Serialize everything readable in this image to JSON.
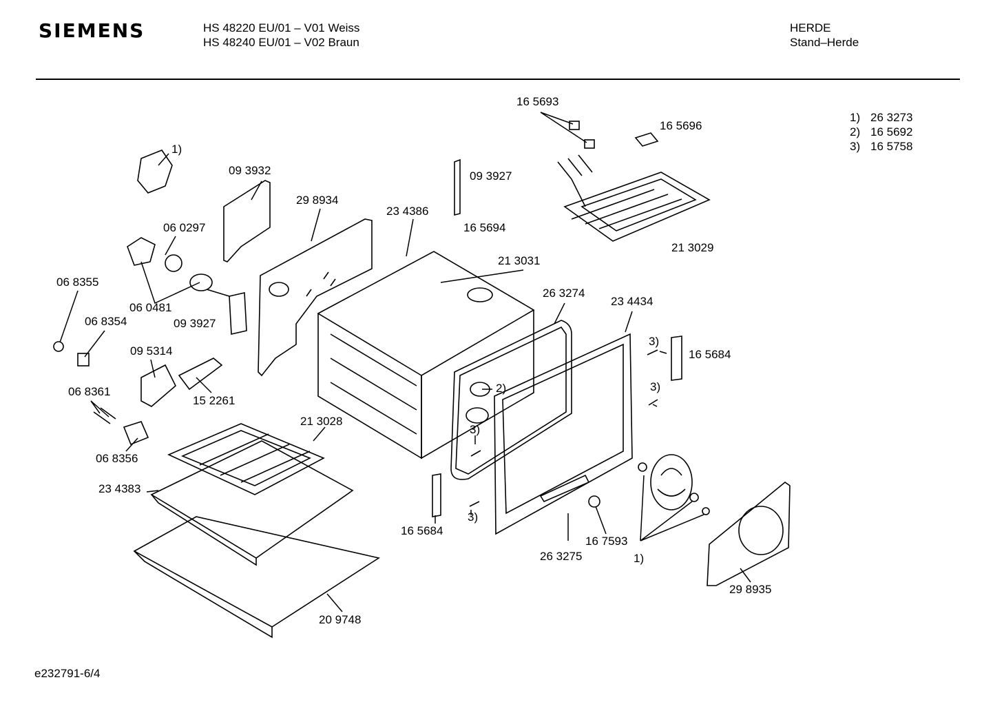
{
  "header": {
    "brand": "SIEMENS",
    "model_line_1": "HS 48220 EU/01 – V01 Weiss",
    "model_line_2": "HS 48240 EU/01 – V02 Braun",
    "category_1": "HERDE",
    "category_2": "Stand–Herde"
  },
  "legend": [
    {
      "key": "1)",
      "part": "26 3273"
    },
    {
      "key": "2)",
      "part": "16 5692"
    },
    {
      "key": "3)",
      "part": "16 5758"
    }
  ],
  "labels": {
    "p165693": "16 5693",
    "p165696": "16 5696",
    "ref1_top": "1)",
    "p093932": "09 3932",
    "p093927_top": "09 3927",
    "p298934": "29 8934",
    "p234386": "23 4386",
    "p165694": "16 5694",
    "p060297": "06 0297",
    "p213031": "21 3031",
    "p213029": "21 3029",
    "p068355": "06 8355",
    "p060481": "06 0481",
    "p093927_mid": "09 3927",
    "p263274": "26 3274",
    "p234434": "23 4434",
    "p068354": "06 8354",
    "p095314": "09 5314",
    "ref3_a": "3)",
    "p165684_right": "16 5684",
    "ref2": "2)",
    "ref3_b": "3)",
    "p068361": "06 8361",
    "p152261": "15 2261",
    "p213028": "21 3028",
    "ref3_c": "3)",
    "p068356": "06 8356",
    "p234383": "23 4383",
    "ref3_d": "3)",
    "p165684_bottom": "16 5684",
    "p167593": "16 7593",
    "p263275": "26 3275",
    "ref1_bottom": "1)",
    "p298935": "29 8935",
    "p209748": "20 9748"
  },
  "footer": {
    "drawing_id": "e232791-6/4"
  }
}
